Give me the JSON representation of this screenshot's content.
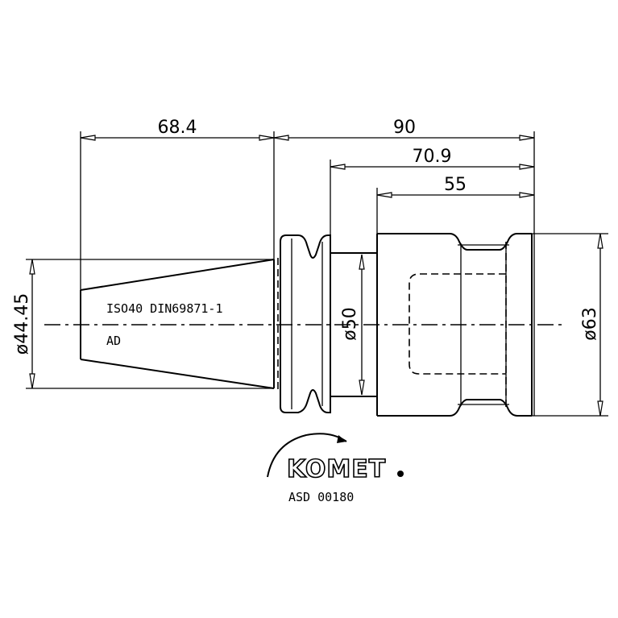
{
  "dimensions": {
    "taper_length": "68.4",
    "overall_length": "90",
    "length_to_flange": "70.9",
    "body_length": "55",
    "taper_diameter": "ø44.45",
    "collar_diameter": "ø50",
    "body_diameter": "ø63"
  },
  "labels": {
    "standard": "ISO40 DIN69871-1",
    "form": "AD",
    "part_number": "ASD 00180"
  },
  "brand": {
    "name": "KOMET"
  }
}
